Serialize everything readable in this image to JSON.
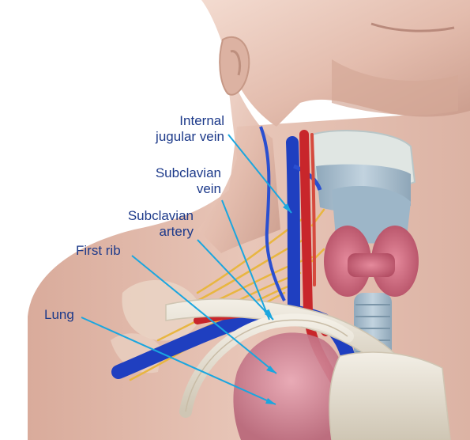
{
  "labels": {
    "internal_jugular_line1": "Internal",
    "internal_jugular_line2": "jugular vein",
    "subclavian_vein_line1": "Subclavian",
    "subclavian_vein_line2": "vein",
    "subclavian_artery_line1": "Subclavian",
    "subclavian_artery_line2": "artery",
    "first_rib": "First rib",
    "lung": "Lung"
  },
  "colors": {
    "label_text": "#1d3a8a",
    "leader_line": "#1aa6df",
    "skin": "#e6c2b4",
    "vein": "#1f3fc0",
    "artery": "#c8262b",
    "nerve": "#e8b640",
    "thyroid": "#d57184",
    "cartilage": "#a9bfcf",
    "bone": "#e5dfd2",
    "lung": "#d88ea0"
  }
}
